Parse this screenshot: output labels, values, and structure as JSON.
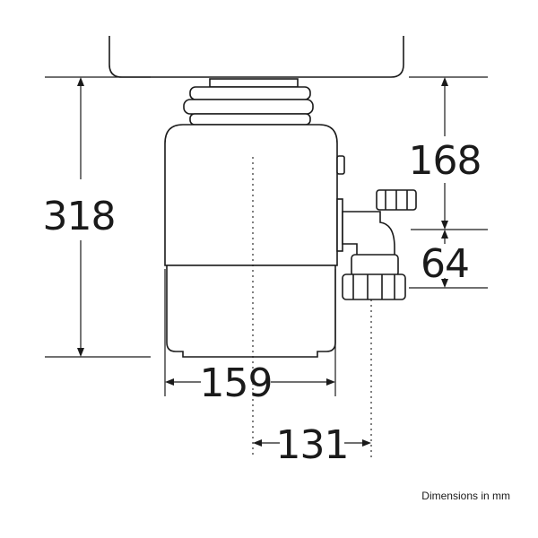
{
  "dimensions": {
    "total_height": "318",
    "top_to_outlet": "168",
    "outlet_height": "64",
    "body_width": "159",
    "outlet_offset": "131"
  },
  "note": "Dimensions in mm",
  "colors": {
    "line": "#1a1a1a",
    "background": "#ffffff"
  }
}
